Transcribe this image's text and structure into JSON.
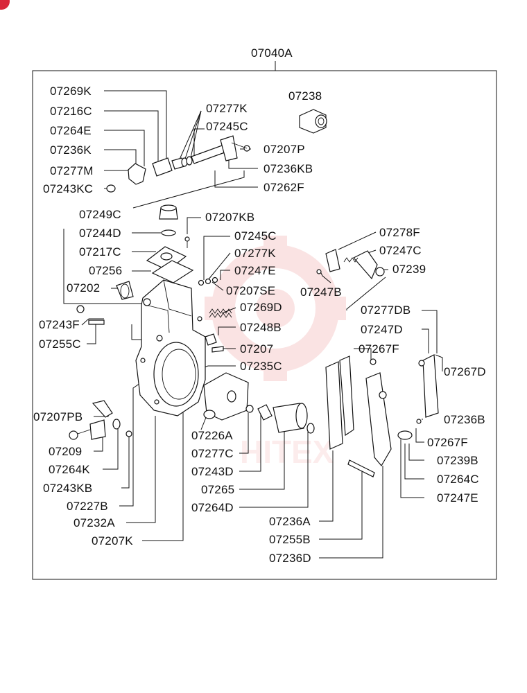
{
  "badge": {
    "color": "#d9263a"
  },
  "diagram": {
    "assembly_label": "07040A",
    "watermark_text": "HITEX",
    "watermark_color": "#f2b8b8",
    "callouts": [
      "07269K",
      "07216C",
      "07264E",
      "07236K",
      "07277M",
      "07243KC",
      "07277K",
      "07245C",
      "07207P",
      "07236KB",
      "07262F",
      "07238",
      "07249C",
      "07207KB",
      "07244D",
      "07217C",
      "07256",
      "07202",
      "07245C",
      "07277K",
      "07247E",
      "07207SE",
      "07269D",
      "07248B",
      "07207",
      "07235C",
      "07243F",
      "07255C",
      "07278F",
      "07247C",
      "07239",
      "07247B",
      "07277DB",
      "07247D",
      "07267F",
      "07267D",
      "07236B",
      "07267F",
      "07239B",
      "07264C",
      "07247E",
      "07207PB",
      "07209",
      "07264K",
      "07243KB",
      "07227B",
      "07232A",
      "07207K",
      "07226A",
      "07277C",
      "07243D",
      "07265",
      "07264D",
      "07236A",
      "07255B",
      "07236D"
    ]
  }
}
